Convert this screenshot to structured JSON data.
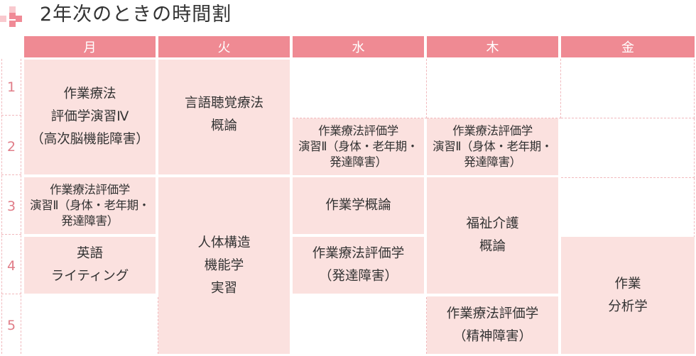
{
  "title": "2年次のときの時間割",
  "colors": {
    "header_bg": "#ef8a93",
    "cell_bg": "#fbe1df",
    "row_label": "#e07c87",
    "dashed": "#f1b9bd",
    "icon_pink": "#f08a96",
    "icon_light": "#f9c9ce"
  },
  "days": [
    "月",
    "火",
    "水",
    "木",
    "金"
  ],
  "periods": [
    "1",
    "2",
    "3",
    "4",
    "5"
  ],
  "classes": {
    "mon_1_2": "作業療法\n評価学演習Ⅳ\n（高次脳機能障害）",
    "tue_1_2": "言語聴覚療法\n概論",
    "wed_2": "作業療法評価学\n演習Ⅱ（身体・老年期・\n発達障害）",
    "thu_2": "作業療法評価学\n演習Ⅱ（身体・老年期・\n発達障害）",
    "mon_3": "作業療法評価学\n演習Ⅱ（身体・老年期・\n発達障害）",
    "mon_4": "英語\nライティング",
    "tue_3_5": "人体構造\n機能学\n実習",
    "wed_3": "作業学概論",
    "wed_4": "作業療法評価学\n（発達障害）",
    "thu_3_4": "福祉介護\n概論",
    "thu_5": "作業療法評価学\n（精神障害）",
    "fri_4_5": "作業\n分析学"
  }
}
